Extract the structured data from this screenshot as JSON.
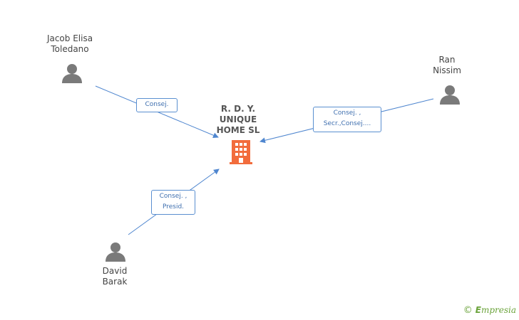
{
  "company": {
    "name": "R. D. Y.\nUNIQUE\nHOME SL",
    "icon": "building-icon",
    "icon_color": "#f26c3c"
  },
  "people": [
    {
      "id": "p1",
      "name": "Jacob Elisa\nToledano",
      "icon": "person-icon"
    },
    {
      "id": "p2",
      "name": "Ran\nNissim",
      "icon": "person-icon"
    },
    {
      "id": "p3",
      "name": "David\nBarak",
      "icon": "person-icon"
    }
  ],
  "relations": [
    {
      "from": "p1",
      "label": "Consej."
    },
    {
      "from": "p2",
      "label": "Consej. ,\nSecr.,Consej...."
    },
    {
      "from": "p3",
      "label": "Consej. ,\nPresid."
    }
  ],
  "colors": {
    "edge": "#4f86cf",
    "person": "#7a7a7a",
    "accent": "#6aa33a"
  },
  "footer": {
    "copyright": "©",
    "brand": "Empresia",
    "brand_first": "E",
    "brand_rest": "mpresia"
  }
}
